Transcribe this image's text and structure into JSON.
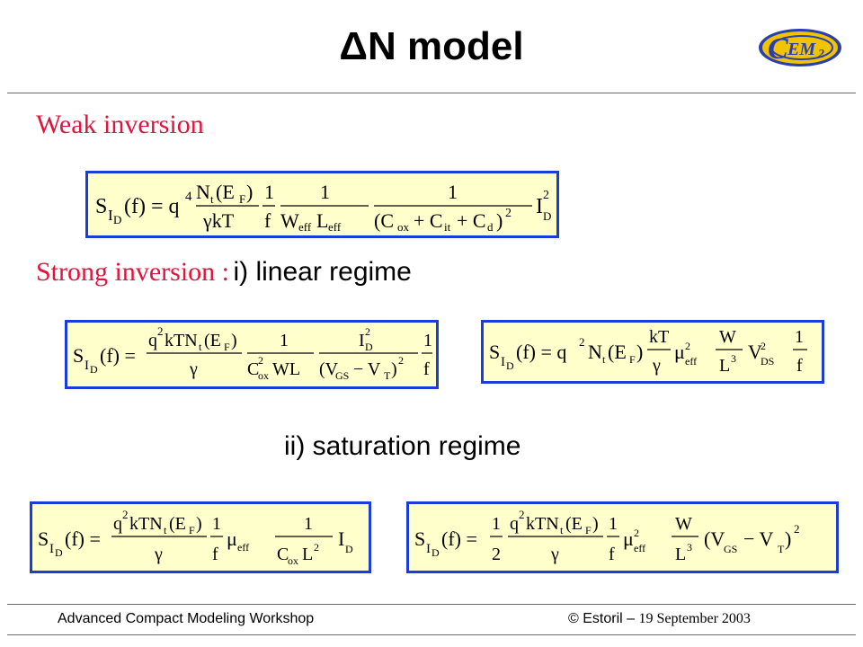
{
  "slide": {
    "title": "ΔN model",
    "weak_label": "Weak inversion",
    "strong_label": "Strong inversion :",
    "linear_label": "i) linear regime",
    "saturation_label": "ii) saturation regime"
  },
  "logo": {
    "text": "EM",
    "subscript": "2",
    "initial": "C"
  },
  "footer": {
    "left": "Advanced Compact Modeling Workshop",
    "right_prefix": "© Estoril –",
    "right_date": "19 September 2003"
  },
  "colors": {
    "heading_red": "#e0143c",
    "box_border": "#1a3dd6",
    "box_fill": "#ffffcc",
    "logo_yellow": "#f2c400",
    "logo_blue": "#2a3fae"
  }
}
